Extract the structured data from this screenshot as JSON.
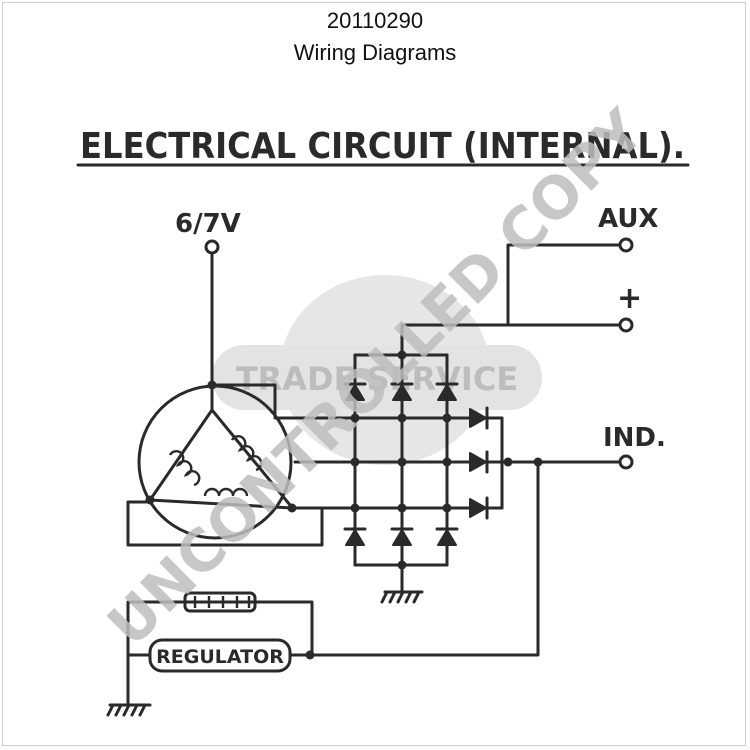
{
  "header": {
    "code": "20110290",
    "subtitle": "Wiring Diagrams"
  },
  "diagram": {
    "title": "ELECTRICAL CIRCUIT (INTERNAL).",
    "labels": {
      "voltage": "6/7V",
      "aux": "AUX",
      "plus": "+",
      "ind": "IND.",
      "regulator": "REGULATOR"
    }
  },
  "watermark": {
    "stamp": "UNCONTROLLED COPY",
    "brand": "TRADE SERVICE"
  }
}
